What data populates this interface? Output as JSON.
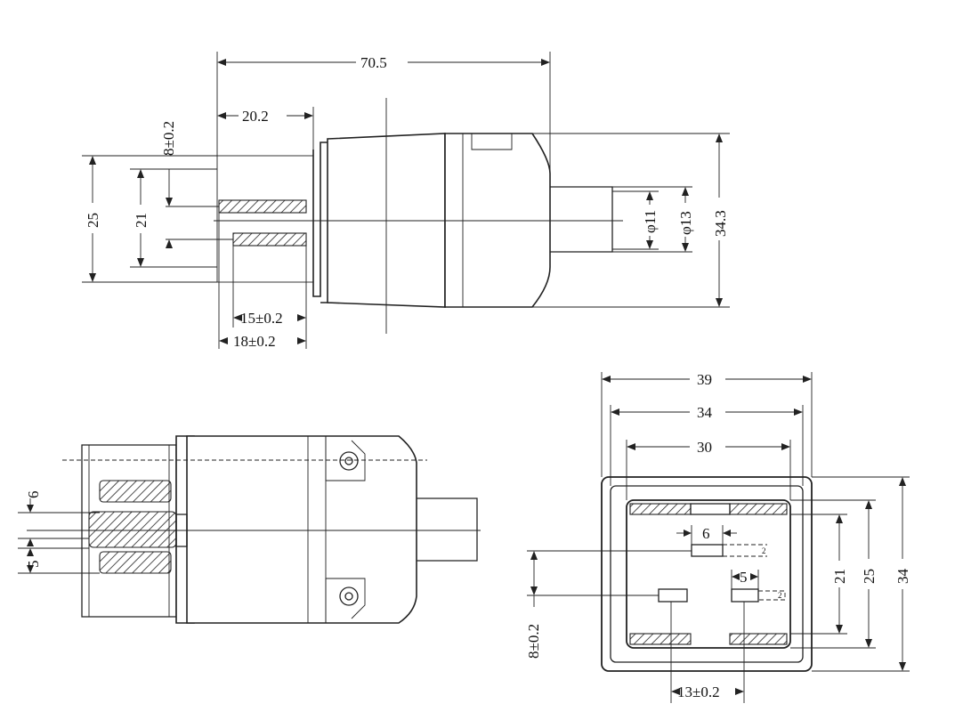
{
  "top_view": {
    "dim_overall_length": "70.5",
    "dim_pin_depth": "20.2",
    "dim_pin_spacing": "8±0.2",
    "dim_outer_height": "25",
    "dim_inner_height": "21",
    "dim_inner_cable": "φ11",
    "dim_outer_cable": "φ13",
    "dim_body_height": "34.3",
    "dim_pin_length_a": "15±0.2",
    "dim_pin_length_b": "18±0.2"
  },
  "side_view": {
    "dim_pin_width": "6",
    "dim_pin_thickness": "5"
  },
  "front_view": {
    "dim_width_39": "39",
    "dim_width_34": "34",
    "dim_width_30": "30",
    "dim_pin_width": "6",
    "dim_pin_thickness": "5",
    "dim_pin_offset": "8±0.2",
    "dim_pin_pitch": "13±0.2",
    "dim_h_21": "21",
    "dim_h_25": "25",
    "dim_h_34": "34",
    "dim_small_a": "2",
    "dim_small_b": "2"
  }
}
